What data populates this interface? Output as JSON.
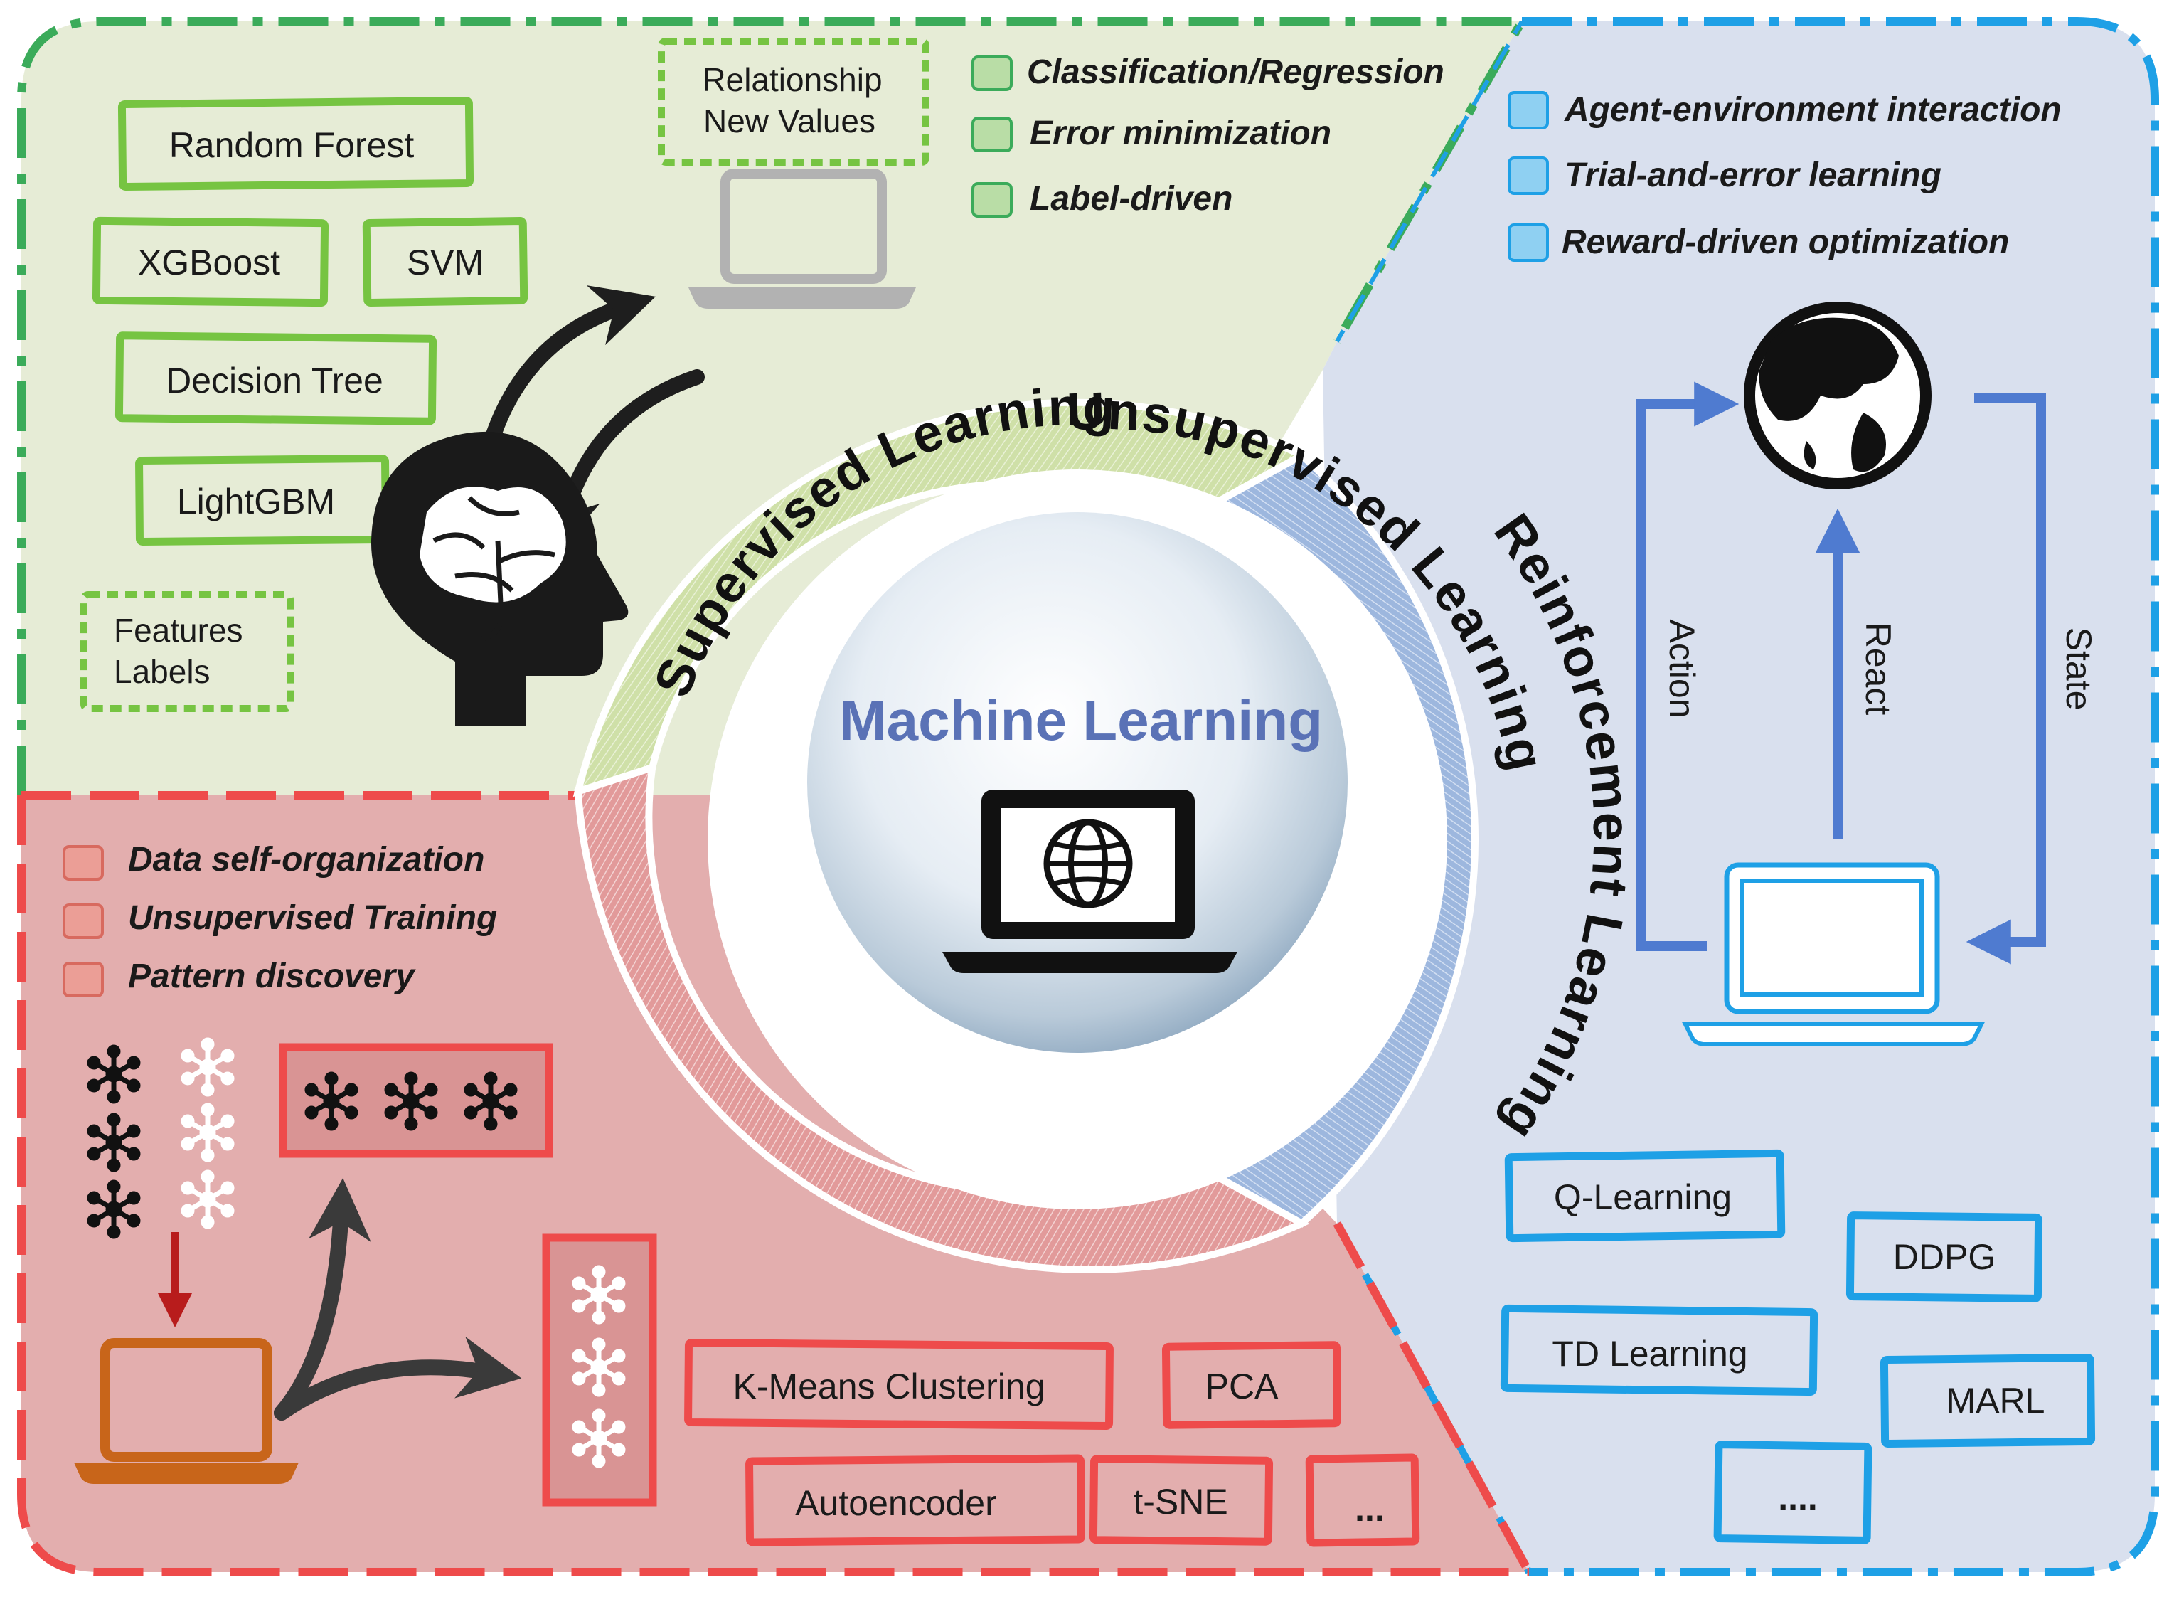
{
  "colors": {
    "supervised_bg": "#e6ecd6",
    "supervised_accent": "#76c442",
    "supervised_border": "#3bab5a",
    "unsupervised_bg": "#e3aeae",
    "unsupervised_accent": "#ee4b4b",
    "reinforcement_bg": "#d9e0ee",
    "reinforcement_accent": "#1ea0e6",
    "flow_arrow": "#4f7bd0",
    "center_title": "#5a72b6",
    "laptop_orange": "#c8651a",
    "down_arrow": "#b81c1c"
  },
  "center": {
    "title": "Machine Learning",
    "icon": "laptop-globe-icon"
  },
  "ring": {
    "supervised": "Supervised Learning",
    "reinforcement": "Reinforcement Learning",
    "unsupervised": "Unsupervised Learning"
  },
  "supervised": {
    "bullets": [
      "Classification/Regression",
      "Error minimization",
      "Label-driven"
    ],
    "output_box": [
      "Relationship",
      "New Values"
    ],
    "input_box": [
      "Features",
      "Labels"
    ],
    "algorithms": [
      "Random Forest",
      "XGBoost",
      "SVM",
      "Decision Tree",
      "LightGBM"
    ],
    "icons": [
      "laptop-icon",
      "brain-head-icon",
      "cycle-arrows-icon"
    ]
  },
  "reinforcement": {
    "bullets": [
      "Agent-environment interaction",
      "Trial-and-error learning",
      "Reward-driven optimization"
    ],
    "loop_labels": {
      "action": "Action",
      "react": "React",
      "state": "State"
    },
    "algorithms": [
      "Q-Learning",
      "DDPG",
      "TD Learning",
      "MARL",
      "...."
    ],
    "icons": [
      "globe-icon",
      "laptop-icon"
    ]
  },
  "unsupervised": {
    "bullets": [
      "Data self-organization",
      "Unsupervised Training",
      "Pattern discovery"
    ],
    "algorithms": [
      "K-Means Clustering",
      "PCA",
      "Autoencoder",
      "t-SNE",
      "..."
    ],
    "icons": [
      "cluster-node-icon",
      "laptop-icon",
      "split-arrow-icon"
    ]
  }
}
